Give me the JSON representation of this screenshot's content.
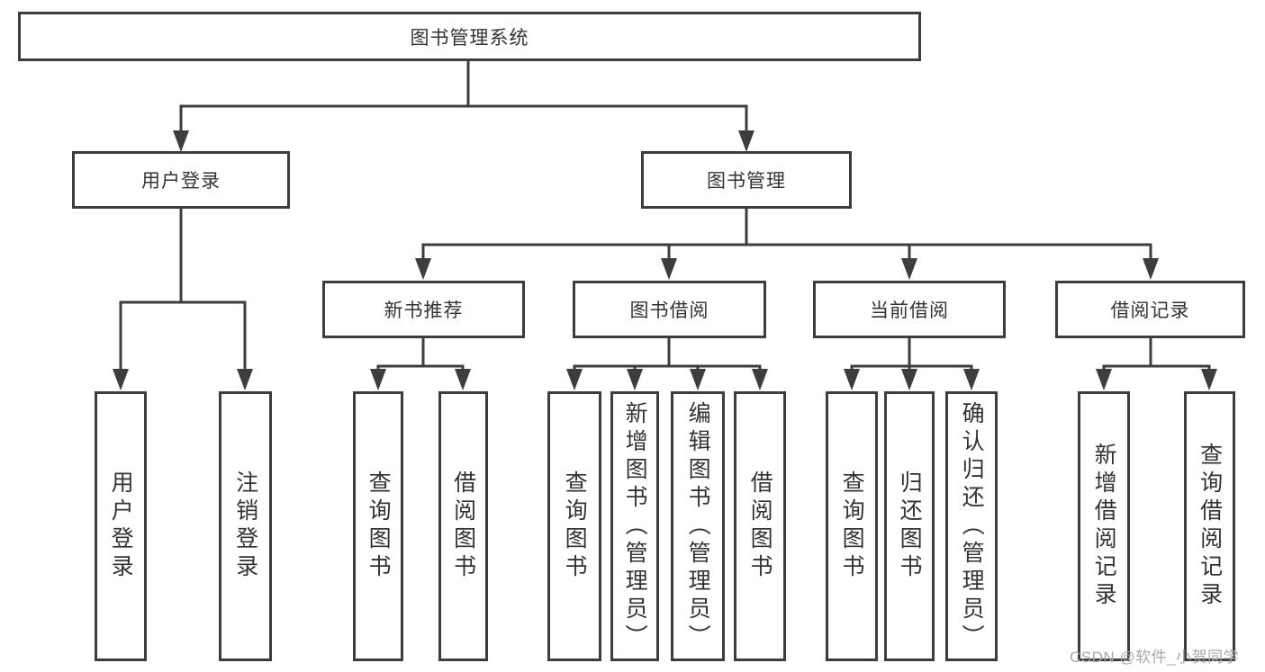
{
  "tree": {
    "label": "图书管理系统",
    "children": [
      {
        "label": "用户登录",
        "children": [
          {
            "label": "用户登录"
          },
          {
            "label": "注销登录"
          }
        ]
      },
      {
        "label": "图书管理",
        "children": [
          {
            "label": "新书推荐",
            "children": [
              {
                "label": "查询图书"
              },
              {
                "label": "借阅图书"
              }
            ]
          },
          {
            "label": "图书借阅",
            "children": [
              {
                "label": "查询图书"
              },
              {
                "label": "新增图书（管理员）"
              },
              {
                "label": "编辑图书（管理员）"
              },
              {
                "label": "借阅图书"
              }
            ]
          },
          {
            "label": "当前借阅",
            "children": [
              {
                "label": "查询图书"
              },
              {
                "label": "归还图书"
              },
              {
                "label": "确认归还（管理员）"
              }
            ]
          },
          {
            "label": "借阅记录",
            "children": [
              {
                "label": "新增借阅记录"
              },
              {
                "label": "查询借阅记录"
              }
            ]
          }
        ]
      }
    ]
  },
  "watermark": {
    "text": "CSDN @软件_小贺同学"
  },
  "colors": {
    "line": "#3d3d3d",
    "text": "#333333",
    "background": "#ffffff",
    "watermark": "#a8a8a8"
  }
}
